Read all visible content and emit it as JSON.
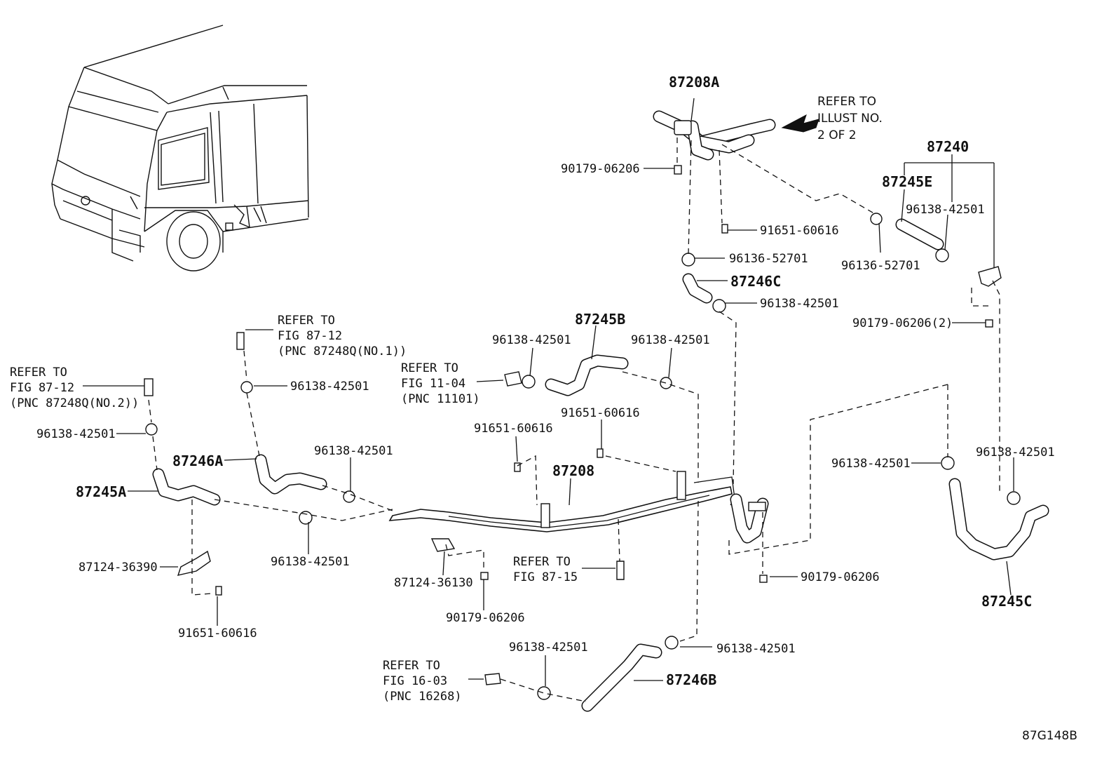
{
  "diagram_code": "87G148B",
  "part_numbers": {
    "p87208A": "87208A",
    "p87208": "87208",
    "p87240": "87240",
    "p87245A": "87245A",
    "p87245B": "87245B",
    "p87245C": "87245C",
    "p87245E": "87245E",
    "p87246A": "87246A",
    "p87246B": "87246B",
    "p87246C": "87246C"
  },
  "labels": {
    "l90179_06206_a": "90179-06206",
    "l91651_60616_a": "91651-60616",
    "l96136_52701_a": "96136-52701",
    "l96138_42501_c": "96138-42501",
    "l96138_42501_e": "96138-42501",
    "l96136_52701_e": "96136-52701",
    "l90179_06206_2": "90179-06206(2)",
    "l96138_42501_a1": "96138-42501",
    "l96138_42501_b1": "96138-42501",
    "l96138_42501_b2": "96138-42501",
    "l96138_42501_left": "96138-42501",
    "l96138_42501_mid": "96138-42501",
    "l91651_60616_m1": "91651-60616",
    "l91651_60616_m2": "91651-60616",
    "l96138_42501_low": "96138-42501",
    "l96138_42501_r1": "96138-42501",
    "l96138_42501_r2": "96138-42501",
    "l87124_36390": "87124-36390",
    "l91651_60616_bot": "91651-60616",
    "l87124_36130": "87124-36130",
    "l90179_06206_bot": "90179-06206",
    "l90179_06206_right": "90179-06206",
    "l96138_42501_b87246": "96138-42501",
    "l96138_42501_clampB": "96138-42501"
  },
  "refer": {
    "illust": [
      "REFER TO",
      "ILLUST NO.",
      "2 OF 2"
    ],
    "fig8712_a": [
      "REFER TO",
      "FIG 87-12",
      "(PNC 87248Q(NO.1))"
    ],
    "fig8712_b": [
      "REFER TO",
      "FIG 87-12",
      "(PNC 87248Q(NO.2))"
    ],
    "fig1104": [
      "REFER TO",
      "FIG 11-04",
      "(PNC 11101)"
    ],
    "fig8715": [
      "REFER TO",
      "FIG 87-15"
    ],
    "fig1603": [
      "REFER TO",
      "FIG 16-03",
      "(PNC 16268)"
    ]
  }
}
